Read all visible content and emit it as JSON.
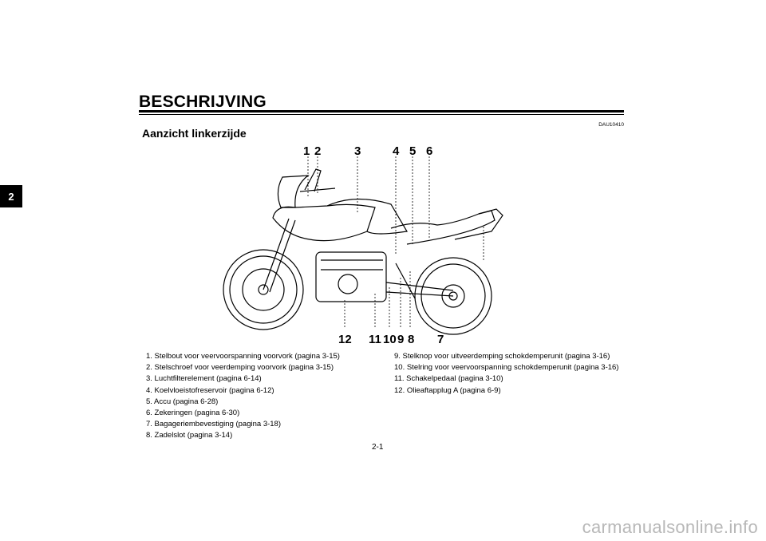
{
  "chapter_tab": "2",
  "header": {
    "title": "BESCHRIJVING",
    "doc_code": "DAU10410"
  },
  "section": {
    "title": "Aanzicht linkerzijde"
  },
  "figure": {
    "callouts_top": [
      "1",
      "2",
      "3",
      "4",
      "5",
      "6"
    ],
    "callouts_bottom": [
      "12",
      "11",
      "10",
      "9",
      "8",
      "7"
    ]
  },
  "legend": {
    "left": [
      "1. Stelbout voor veervoorspanning voorvork (pagina 3-15)",
      "2. Stelschroef voor veerdemping voorvork (pagina 3-15)",
      "3. Luchtfilterelement (pagina 6-14)",
      "4. Koelvloeistofreservoir (pagina 6-12)",
      "5. Accu (pagina 6-28)",
      "6. Zekeringen (pagina 6-30)",
      "7. Bagageriembevestiging (pagina 3-18)",
      "8. Zadelslot (pagina 3-14)"
    ],
    "right": [
      "9. Stelknop voor uitveerdemping schokdemperunit (pagina 3-16)",
      "10. Stelring voor veervoorspanning schokdemperunit (pagina 3-16)",
      "11. Schakelpedaal (pagina 3-10)",
      "12. Olieaftapplug A (pagina 6-9)"
    ]
  },
  "page_number": "2-1",
  "watermark": "carmanualsonline.info"
}
